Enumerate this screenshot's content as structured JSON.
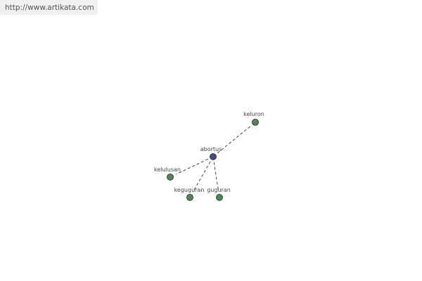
{
  "watermark": {
    "url_text": "http://www.artikata.com"
  },
  "graph": {
    "center": {
      "id": "abortus",
      "label": "abortus",
      "color": "#3b4f8c"
    },
    "related_node_color": "#4e8a4e",
    "nodes": [
      {
        "id": "keluron",
        "label": "keluron"
      },
      {
        "id": "kelulusan",
        "label": "kelulusan"
      },
      {
        "id": "keguguran",
        "label": "keguguran"
      },
      {
        "id": "guguran",
        "label": "guguran"
      }
    ]
  }
}
